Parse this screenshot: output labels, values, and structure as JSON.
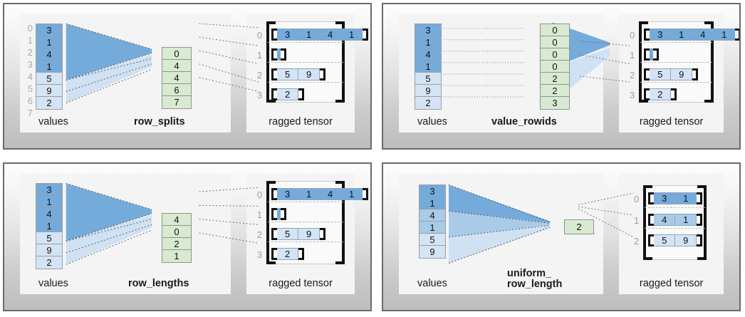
{
  "colors": {
    "values_dark": "#74abdb",
    "values_mid": "#a9cbe8",
    "values_light": "#d4e4f4",
    "partition_green": "#d9ead3",
    "panel_border": "#6a6a6a",
    "bracket": "#111111",
    "index_label": "#a9a9a9"
  },
  "panels": [
    {
      "id": "row-splits",
      "values_label": "values",
      "values_indices": [
        "0",
        "1",
        "2",
        "3",
        "4",
        "5",
        "6",
        "7"
      ],
      "values": [
        {
          "v": "3",
          "tone": "dark"
        },
        {
          "v": "1",
          "tone": "dark"
        },
        {
          "v": "4",
          "tone": "dark"
        },
        {
          "v": "1",
          "tone": "dark"
        },
        {
          "v": "5",
          "tone": "light"
        },
        {
          "v": "9",
          "tone": "light"
        },
        {
          "v": "2",
          "tone": "light"
        }
      ],
      "partition_label": "row_splits",
      "partition_values": [
        "0",
        "4",
        "4",
        "6",
        "7"
      ],
      "tensor_label": "ragged tensor",
      "tensor_row_indices": [
        "0",
        "1",
        "2",
        "3"
      ],
      "tensor_rows": [
        {
          "cells": [
            {
              "v": "3",
              "tone": "dark"
            },
            {
              "v": "1",
              "tone": "dark"
            },
            {
              "v": "4",
              "tone": "dark"
            },
            {
              "v": "1",
              "tone": "dark"
            }
          ]
        },
        {
          "cells": []
        },
        {
          "cells": [
            {
              "v": "5",
              "tone": "light"
            },
            {
              "v": "9",
              "tone": "light"
            }
          ]
        },
        {
          "cells": [
            {
              "v": "2",
              "tone": "light"
            }
          ]
        }
      ]
    },
    {
      "id": "value-rowids",
      "values_label": "values",
      "values_indices": [],
      "values": [
        {
          "v": "3",
          "tone": "dark"
        },
        {
          "v": "1",
          "tone": "dark"
        },
        {
          "v": "4",
          "tone": "dark"
        },
        {
          "v": "1",
          "tone": "dark"
        },
        {
          "v": "5",
          "tone": "light"
        },
        {
          "v": "9",
          "tone": "light"
        },
        {
          "v": "2",
          "tone": "light"
        }
      ],
      "partition_label": "value_rowids",
      "partition_values": [
        "0",
        "0",
        "0",
        "0",
        "2",
        "2",
        "3"
      ],
      "tensor_label": "ragged tensor",
      "tensor_row_indices": [
        "0",
        "1",
        "2",
        "3"
      ],
      "tensor_rows": [
        {
          "cells": [
            {
              "v": "3",
              "tone": "dark"
            },
            {
              "v": "1",
              "tone": "dark"
            },
            {
              "v": "4",
              "tone": "dark"
            },
            {
              "v": "1",
              "tone": "dark"
            }
          ]
        },
        {
          "cells": []
        },
        {
          "cells": [
            {
              "v": "5",
              "tone": "light"
            },
            {
              "v": "9",
              "tone": "light"
            }
          ]
        },
        {
          "cells": [
            {
              "v": "2",
              "tone": "light"
            }
          ]
        }
      ]
    },
    {
      "id": "row-lengths",
      "values_label": "values",
      "values_indices": [],
      "values": [
        {
          "v": "3",
          "tone": "dark"
        },
        {
          "v": "1",
          "tone": "dark"
        },
        {
          "v": "4",
          "tone": "dark"
        },
        {
          "v": "1",
          "tone": "dark"
        },
        {
          "v": "5",
          "tone": "light"
        },
        {
          "v": "9",
          "tone": "light"
        },
        {
          "v": "2",
          "tone": "light"
        }
      ],
      "partition_label": "row_lengths",
      "partition_values": [
        "4",
        "0",
        "2",
        "1"
      ],
      "tensor_label": "ragged tensor",
      "tensor_row_indices": [
        "0",
        "1",
        "2",
        "3"
      ],
      "tensor_rows": [
        {
          "cells": [
            {
              "v": "3",
              "tone": "dark"
            },
            {
              "v": "1",
              "tone": "dark"
            },
            {
              "v": "4",
              "tone": "dark"
            },
            {
              "v": "1",
              "tone": "dark"
            }
          ]
        },
        {
          "cells": []
        },
        {
          "cells": [
            {
              "v": "5",
              "tone": "light"
            },
            {
              "v": "9",
              "tone": "light"
            }
          ]
        },
        {
          "cells": [
            {
              "v": "2",
              "tone": "light"
            }
          ]
        }
      ]
    },
    {
      "id": "uniform-row-length",
      "values_label": "values",
      "values_indices": [],
      "values": [
        {
          "v": "3",
          "tone": "dark"
        },
        {
          "v": "1",
          "tone": "dark"
        },
        {
          "v": "4",
          "tone": "mid"
        },
        {
          "v": "1",
          "tone": "mid"
        },
        {
          "v": "5",
          "tone": "light"
        },
        {
          "v": "9",
          "tone": "light"
        }
      ],
      "partition_label": "uniform_\nrow_length",
      "partition_values": [
        "2"
      ],
      "tensor_label": "ragged tensor",
      "tensor_row_indices": [
        "0",
        "1",
        "2"
      ],
      "tensor_rows": [
        {
          "cells": [
            {
              "v": "3",
              "tone": "dark"
            },
            {
              "v": "1",
              "tone": "dark"
            }
          ]
        },
        {
          "cells": [
            {
              "v": "4",
              "tone": "mid"
            },
            {
              "v": "1",
              "tone": "mid"
            }
          ]
        },
        {
          "cells": [
            {
              "v": "5",
              "tone": "light"
            },
            {
              "v": "9",
              "tone": "light"
            }
          ]
        }
      ]
    }
  ]
}
